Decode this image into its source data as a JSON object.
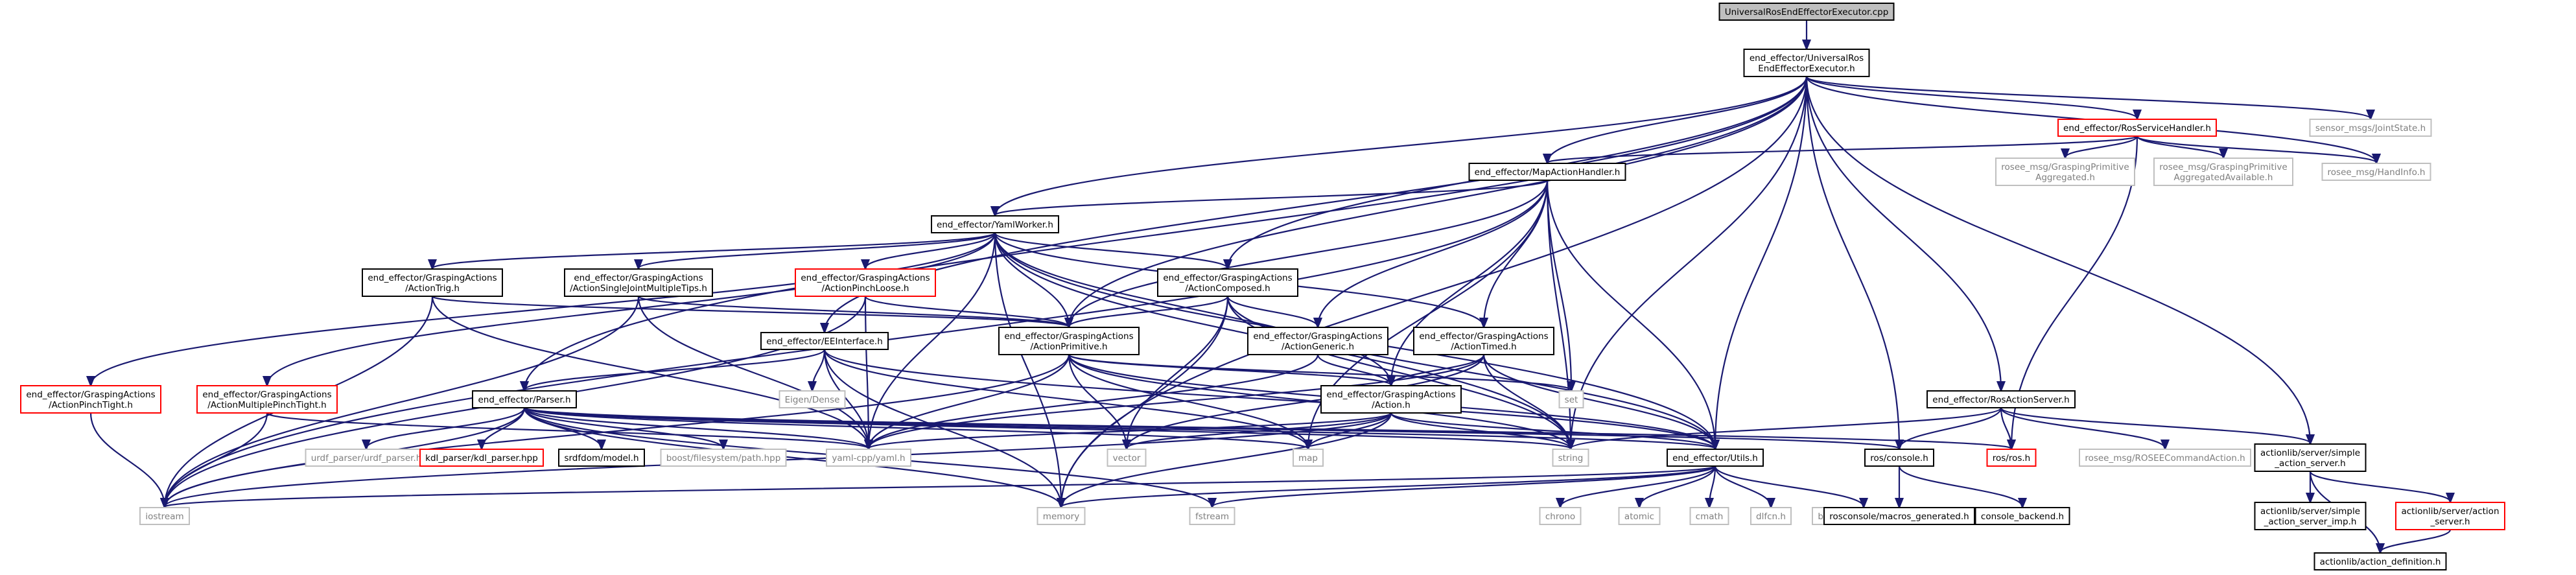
{
  "colors": {
    "edge": "#191970",
    "border": "#000000",
    "border_red": "#ff0000",
    "border_gray": "#bfbfbf",
    "root_fill": "#bfbfbf",
    "node_fill": "#ffffff",
    "text": "#000000",
    "text_gray": "#7f7f7f"
  },
  "nodes": [
    {
      "id": "root",
      "lines": [
        "UniversalRosEndEffectorExecutor.cpp"
      ],
      "style": "root"
    },
    {
      "id": "ureee",
      "lines": [
        "end_effector/UniversalRos",
        "EndEffectorExecutor.h"
      ],
      "style": "normal"
    },
    {
      "id": "sensor",
      "lines": [
        "sensor_msgs/JointState.h"
      ],
      "style": "gray"
    },
    {
      "id": "rsh",
      "lines": [
        "end_effector/RosServiceHandler.h"
      ],
      "style": "red"
    },
    {
      "id": "gpa",
      "lines": [
        "rosee_msg/GraspingPrimitive",
        "Aggregated.h"
      ],
      "style": "gray"
    },
    {
      "id": "gpaa",
      "lines": [
        "rosee_msg/GraspingPrimitive",
        "AggregatedAvailable.h"
      ],
      "style": "gray"
    },
    {
      "id": "handinfo",
      "lines": [
        "rosee_msg/HandInfo.h"
      ],
      "style": "gray"
    },
    {
      "id": "mah",
      "lines": [
        "end_effector/MapActionHandler.h"
      ],
      "style": "normal"
    },
    {
      "id": "yaml",
      "lines": [
        "end_effector/YamlWorker.h"
      ],
      "style": "normal"
    },
    {
      "id": "trig",
      "lines": [
        "end_effector/GraspingActions",
        "/ActionTrig.h"
      ],
      "style": "normal"
    },
    {
      "id": "sjmt",
      "lines": [
        "end_effector/GraspingActions",
        "/ActionSingleJointMultipleTips.h"
      ],
      "style": "normal"
    },
    {
      "id": "ploose",
      "lines": [
        "end_effector/GraspingActions",
        "/ActionPinchLoose.h"
      ],
      "style": "red"
    },
    {
      "id": "composed",
      "lines": [
        "end_effector/GraspingActions",
        "/ActionComposed.h"
      ],
      "style": "normal"
    },
    {
      "id": "prim",
      "lines": [
        "end_effector/GraspingActions",
        "/ActionPrimitive.h"
      ],
      "style": "normal"
    },
    {
      "id": "generic",
      "lines": [
        "end_effector/GraspingActions",
        "/ActionGeneric.h"
      ],
      "style": "normal"
    },
    {
      "id": "timed",
      "lines": [
        "end_effector/GraspingActions",
        "/ActionTimed.h"
      ],
      "style": "normal"
    },
    {
      "id": "action",
      "lines": [
        "end_effector/GraspingActions",
        "/Action.h"
      ],
      "style": "normal"
    },
    {
      "id": "eei",
      "lines": [
        "end_effector/EEInterface.h"
      ],
      "style": "normal"
    },
    {
      "id": "eigen",
      "lines": [
        "Eigen/Dense"
      ],
      "style": "gray"
    },
    {
      "id": "ptight",
      "lines": [
        "end_effector/GraspingActions",
        "/ActionPinchTight.h"
      ],
      "style": "red"
    },
    {
      "id": "mptight",
      "lines": [
        "end_effector/GraspingActions",
        "/ActionMultiplePinchTight.h"
      ],
      "style": "red"
    },
    {
      "id": "parser",
      "lines": [
        "end_effector/Parser.h"
      ],
      "style": "normal"
    },
    {
      "id": "set",
      "lines": [
        "set"
      ],
      "style": "gray"
    },
    {
      "id": "ras",
      "lines": [
        "end_effector/RosActionServer.h"
      ],
      "style": "normal"
    },
    {
      "id": "string",
      "lines": [
        "string"
      ],
      "style": "gray"
    },
    {
      "id": "rosh",
      "lines": [
        "ros/ros.h"
      ],
      "style": "red"
    },
    {
      "id": "rcmd",
      "lines": [
        "rosee_msg/ROSEECommandAction.h"
      ],
      "style": "gray"
    },
    {
      "id": "sas",
      "lines": [
        "actionlib/server/simple",
        "_action_server.h"
      ],
      "style": "normal"
    },
    {
      "id": "urdfp",
      "lines": [
        "urdf_parser/urdf_parser.h"
      ],
      "style": "gray"
    },
    {
      "id": "kdl",
      "lines": [
        "kdl_parser/kdl_parser.hpp"
      ],
      "style": "red"
    },
    {
      "id": "srdf",
      "lines": [
        "srdfdom/model.h"
      ],
      "style": "normal"
    },
    {
      "id": "bfp",
      "lines": [
        "boost/filesystem/path.hpp"
      ],
      "style": "gray"
    },
    {
      "id": "yamlcpp",
      "lines": [
        "yaml-cpp/yaml.h"
      ],
      "style": "gray"
    },
    {
      "id": "vector",
      "lines": [
        "vector"
      ],
      "style": "gray"
    },
    {
      "id": "map",
      "lines": [
        "map"
      ],
      "style": "gray"
    },
    {
      "id": "utils",
      "lines": [
        "end_effector/Utils.h"
      ],
      "style": "normal"
    },
    {
      "id": "rconsole",
      "lines": [
        "ros/console.h"
      ],
      "style": "normal"
    },
    {
      "id": "iostream",
      "lines": [
        "iostream"
      ],
      "style": "gray"
    },
    {
      "id": "memory",
      "lines": [
        "memory"
      ],
      "style": "gray"
    },
    {
      "id": "fstream",
      "lines": [
        "fstream"
      ],
      "style": "gray"
    },
    {
      "id": "chrono",
      "lines": [
        "chrono"
      ],
      "style": "gray"
    },
    {
      "id": "atomic",
      "lines": [
        "atomic"
      ],
      "style": "gray"
    },
    {
      "id": "cmath",
      "lines": [
        "cmath"
      ],
      "style": "gray"
    },
    {
      "id": "dlfcn",
      "lines": [
        "dlfcn.h"
      ],
      "style": "gray"
    },
    {
      "id": "bfs",
      "lines": [
        "boost/filesystem.hpp"
      ],
      "style": "gray"
    },
    {
      "id": "rmacro",
      "lines": [
        "rosconsole/macros_generated.h"
      ],
      "style": "normal"
    },
    {
      "id": "cbackend",
      "lines": [
        "console_backend.h"
      ],
      "style": "normal"
    },
    {
      "id": "sasimp",
      "lines": [
        "actionlib/server/simple",
        "_action_server_imp.h"
      ],
      "style": "normal"
    },
    {
      "id": "asrv",
      "lines": [
        "actionlib/server/action",
        "_server.h"
      ],
      "style": "red"
    },
    {
      "id": "adef",
      "lines": [
        "actionlib/action_definition.h"
      ],
      "style": "normal"
    }
  ],
  "edges": [
    [
      "root",
      "ureee"
    ],
    [
      "ureee",
      "sensor"
    ],
    [
      "ureee",
      "rsh"
    ],
    [
      "ureee",
      "handinfo"
    ],
    [
      "ureee",
      "mah"
    ],
    [
      "ureee",
      "yaml"
    ],
    [
      "ureee",
      "composed"
    ],
    [
      "ureee",
      "prim"
    ],
    [
      "ureee",
      "eei"
    ],
    [
      "ureee",
      "parser"
    ],
    [
      "ureee",
      "string"
    ],
    [
      "ureee",
      "utils"
    ],
    [
      "ureee",
      "rconsole"
    ],
    [
      "ureee",
      "ras"
    ],
    [
      "ureee",
      "sas"
    ],
    [
      "ureee",
      "memory"
    ],
    [
      "rsh",
      "gpa"
    ],
    [
      "rsh",
      "gpaa"
    ],
    [
      "rsh",
      "handinfo"
    ],
    [
      "rsh",
      "mah"
    ],
    [
      "rsh",
      "rosh"
    ],
    [
      "mah",
      "yaml"
    ],
    [
      "mah",
      "prim"
    ],
    [
      "mah",
      "generic"
    ],
    [
      "mah",
      "timed"
    ],
    [
      "mah",
      "action"
    ],
    [
      "mah",
      "set"
    ],
    [
      "mah",
      "string"
    ],
    [
      "mah",
      "map"
    ],
    [
      "mah",
      "utils"
    ],
    [
      "mah",
      "iostream"
    ],
    [
      "yaml",
      "trig"
    ],
    [
      "yaml",
      "sjmt"
    ],
    [
      "yaml",
      "ploose"
    ],
    [
      "yaml",
      "composed"
    ],
    [
      "yaml",
      "ptight"
    ],
    [
      "yaml",
      "mptight"
    ],
    [
      "yaml",
      "prim"
    ],
    [
      "yaml",
      "timed"
    ],
    [
      "yaml",
      "action"
    ],
    [
      "yaml",
      "yamlcpp"
    ],
    [
      "yaml",
      "utils"
    ],
    [
      "yaml",
      "string"
    ],
    [
      "yaml",
      "memory"
    ],
    [
      "trig",
      "prim"
    ],
    [
      "trig",
      "yamlcpp"
    ],
    [
      "trig",
      "iostream"
    ],
    [
      "sjmt",
      "prim"
    ],
    [
      "sjmt",
      "yamlcpp"
    ],
    [
      "sjmt",
      "iostream"
    ],
    [
      "ploose",
      "prim"
    ],
    [
      "ploose",
      "yamlcpp"
    ],
    [
      "ploose",
      "iostream"
    ],
    [
      "composed",
      "generic"
    ],
    [
      "composed",
      "prim"
    ],
    [
      "composed",
      "vector"
    ],
    [
      "composed",
      "memory"
    ],
    [
      "composed",
      "string"
    ],
    [
      "composed",
      "utils"
    ],
    [
      "prim",
      "action"
    ],
    [
      "prim",
      "set"
    ],
    [
      "prim",
      "map"
    ],
    [
      "prim",
      "vector"
    ],
    [
      "prim",
      "yamlcpp"
    ],
    [
      "prim",
      "iostream"
    ],
    [
      "prim",
      "utils"
    ],
    [
      "prim",
      "string"
    ],
    [
      "generic",
      "action"
    ],
    [
      "generic",
      "yamlcpp"
    ],
    [
      "timed",
      "action"
    ],
    [
      "timed",
      "yamlcpp"
    ],
    [
      "timed",
      "string"
    ],
    [
      "timed",
      "utils"
    ],
    [
      "timed",
      "vector"
    ],
    [
      "action",
      "yamlcpp"
    ],
    [
      "action",
      "vector"
    ],
    [
      "action",
      "map"
    ],
    [
      "action",
      "string"
    ],
    [
      "action",
      "memory"
    ],
    [
      "action",
      "iostream"
    ],
    [
      "action",
      "utils"
    ],
    [
      "eei",
      "parser"
    ],
    [
      "eei",
      "eigen"
    ],
    [
      "eei",
      "utils"
    ],
    [
      "eei",
      "yamlcpp"
    ],
    [
      "eei",
      "memory"
    ],
    [
      "eei",
      "map"
    ],
    [
      "ptight",
      "iostream"
    ],
    [
      "mptight",
      "yamlcpp"
    ],
    [
      "mptight",
      "iostream"
    ],
    [
      "parser",
      "urdfp"
    ],
    [
      "parser",
      "kdl"
    ],
    [
      "parser",
      "srdf"
    ],
    [
      "parser",
      "bfp"
    ],
    [
      "parser",
      "yamlcpp"
    ],
    [
      "parser",
      "rosh"
    ],
    [
      "parser",
      "rconsole"
    ],
    [
      "parser",
      "utils"
    ],
    [
      "parser",
      "string"
    ],
    [
      "parser",
      "iostream"
    ],
    [
      "parser",
      "fstream"
    ],
    [
      "parser",
      "memory"
    ],
    [
      "parser",
      "map"
    ],
    [
      "ras",
      "rosh"
    ],
    [
      "ras",
      "rcmd"
    ],
    [
      "ras",
      "sas"
    ],
    [
      "ras",
      "rconsole"
    ],
    [
      "ras",
      "string"
    ],
    [
      "utils",
      "iostream"
    ],
    [
      "utils",
      "memory"
    ],
    [
      "utils",
      "fstream"
    ],
    [
      "utils",
      "chrono"
    ],
    [
      "utils",
      "atomic"
    ],
    [
      "utils",
      "cmath"
    ],
    [
      "utils",
      "dlfcn"
    ],
    [
      "utils",
      "bfs"
    ],
    [
      "rconsole",
      "rmacro"
    ],
    [
      "rconsole",
      "cbackend"
    ],
    [
      "sas",
      "sasimp"
    ],
    [
      "sas",
      "asrv"
    ],
    [
      "sas",
      "adef"
    ],
    [
      "asrv",
      "adef"
    ]
  ]
}
